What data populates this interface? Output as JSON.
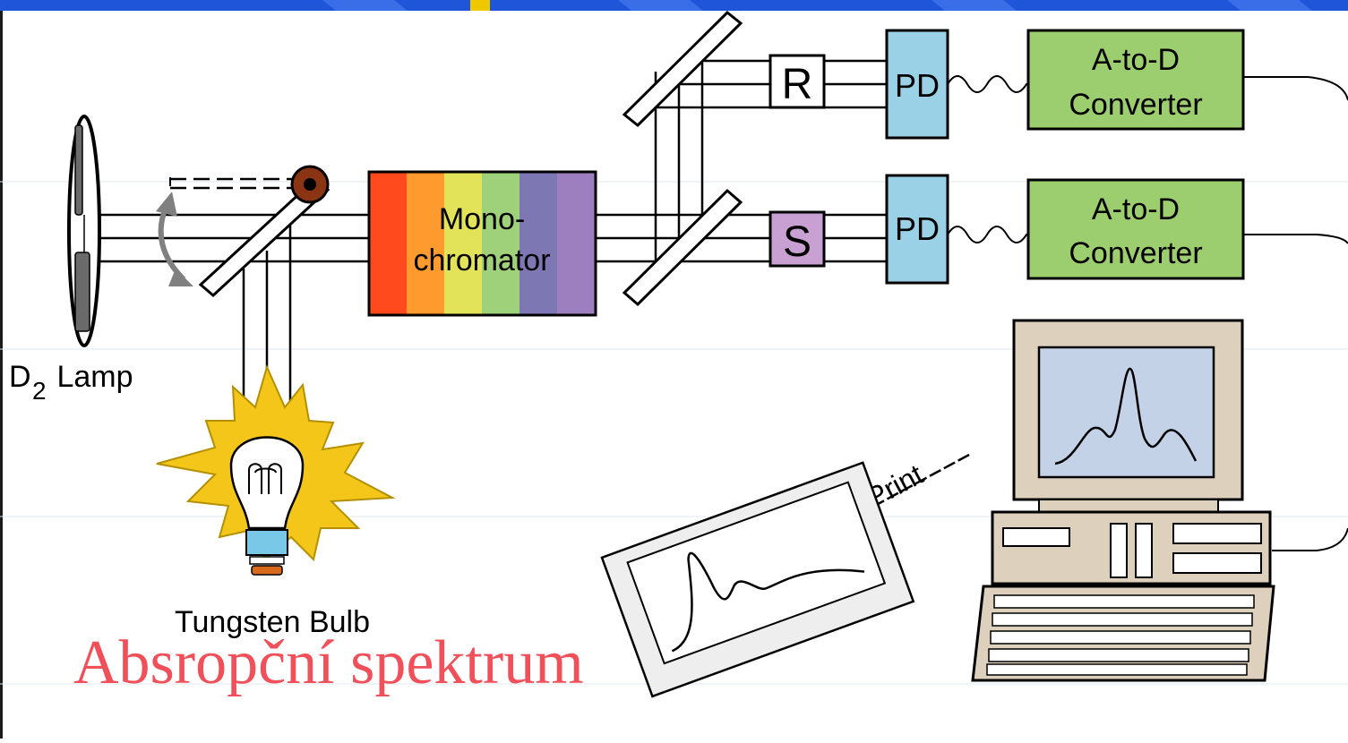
{
  "diagram": {
    "lamp_label_main": "D",
    "lamp_label_sub": "2",
    "lamp_label_rest": " Lamp",
    "bulb_label": "Tungsten Bulb",
    "monochromator_line1": "Mono-",
    "monochromator_line2": "chromator",
    "reference_cell": "R",
    "sample_cell": "S",
    "detector_top": "PD",
    "detector_bottom": "PD",
    "converter_top_line1": "A-to-D",
    "converter_top_line2": "Converter",
    "converter_bottom_line1": "A-to-D",
    "converter_bottom_line2": "Converter",
    "print_label": "Print",
    "colors": {
      "header": "#1f55d8",
      "header_accent": "#f0c800",
      "monochromator_bands": [
        "#ff4a1e",
        "#ff9a2e",
        "#e3e35a",
        "#9fd07a",
        "#7d78b4",
        "#9d7fc0"
      ],
      "detector": "#9ad1e6",
      "converter": "#9ccd6e",
      "sample": "#c8a0d2",
      "bulb_rays": "#f3c619",
      "computer": "#ddd1bd",
      "screen": "#c4d2e8"
    }
  },
  "caption": "Absropční spektrum"
}
